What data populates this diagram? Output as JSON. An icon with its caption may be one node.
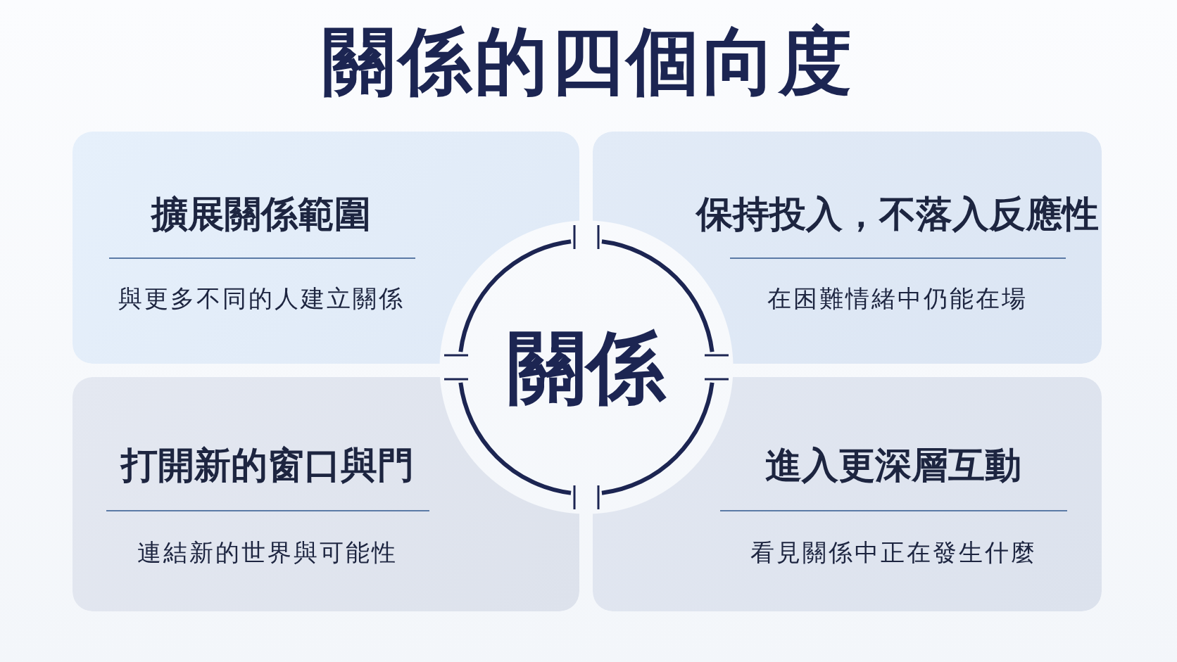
{
  "diagram": {
    "title": "關係的四個向度",
    "nodes": [
      {
        "text": [
          "擴展關係範圍",
          "與更多不同的人建立關係"
        ]
      },
      {
        "text": [
          "保持投入，不落入反應性",
          "在困難情緒中仍能在場"
        ]
      },
      {
        "text": [
          "打開新的窗口與門",
          "連結新的世界與可能性"
        ]
      },
      {
        "text": [
          "進入更深層互動",
          "看見關係中正在發生什麼"
        ]
      },
      {
        "text": [
          "關係"
        ]
      }
    ]
  }
}
